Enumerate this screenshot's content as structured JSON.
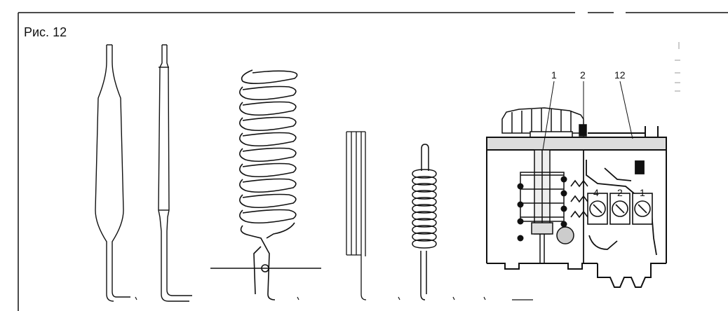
{
  "figure": {
    "label": "Рис. 12",
    "callouts": {
      "top_1": "1",
      "top_2": "2",
      "top_12": "12",
      "terminal_4": "4",
      "terminal_2": "2",
      "terminal_1": "1"
    }
  }
}
